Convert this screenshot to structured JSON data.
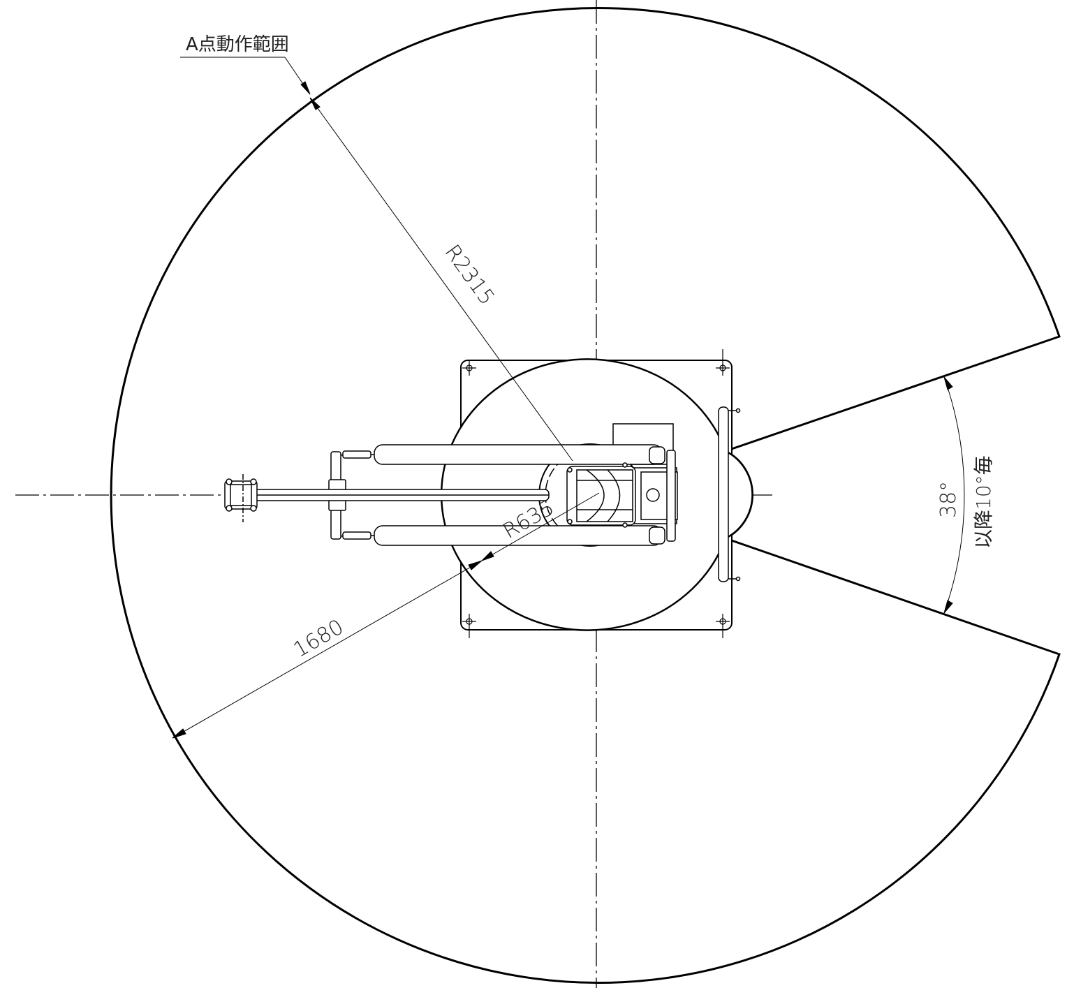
{
  "labels": {
    "range_label": "A点動作範囲",
    "outer_radius": "R2315",
    "inner_radius": "R635",
    "reach_dimension": "1680",
    "opening_angle": "38°",
    "step_note": "以降10°毎"
  },
  "colors": {
    "line": "#000000",
    "thin_line": "#1a1a1a",
    "text": "#222222",
    "background": "#ffffff"
  }
}
